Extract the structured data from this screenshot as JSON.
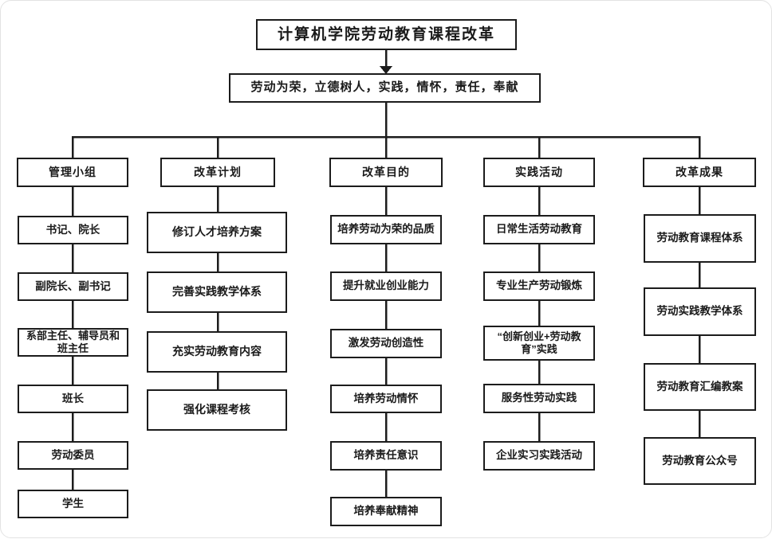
{
  "diagram": {
    "title": "计算机学院劳动教育课程改革",
    "slogan": "劳动为荣，立德树人，实践，情怀，责任，奉献",
    "columns": [
      {
        "header": "管理小组",
        "items": [
          "书记、院长",
          "副院长、副书记",
          "系部主任、辅导员和班主任",
          "班长",
          "劳动委员",
          "学生"
        ]
      },
      {
        "header": "改革计划",
        "items": [
          "修订人才培养方案",
          "完善实践教学体系",
          "充实劳动教育内容",
          "强化课程考核"
        ]
      },
      {
        "header": "改革目的",
        "items": [
          "培养劳动为荣的品质",
          "提升就业创业能力",
          "激发劳动创造性",
          "培养劳动情怀",
          "培养责任意识",
          "培养奉献精神"
        ]
      },
      {
        "header": "实践活动",
        "items": [
          "日常生活劳动教育",
          "专业生产劳动锻炼",
          "“创新创业+劳动教育”实践",
          "服务性劳动实践",
          "企业实习实践活动"
        ]
      },
      {
        "header": "改革成果",
        "items": [
          "劳动教育课程体系",
          "劳动实践教学体系",
          "劳动教育汇编教案",
          "劳动教育公众号"
        ]
      }
    ],
    "colors": {
      "line": "#1c1c1c",
      "box_border": "#1c1c1c",
      "box_fill": "#ffffff",
      "text": "#1a1a1a",
      "background": "#ffffff"
    }
  }
}
